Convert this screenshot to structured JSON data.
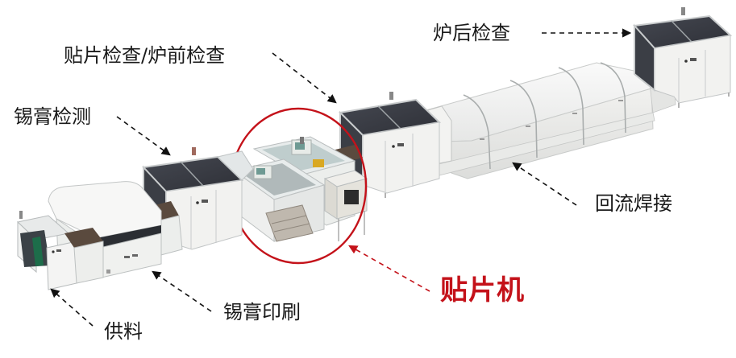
{
  "diagram": {
    "type": "smt-production-line",
    "colors": {
      "label_text": "#1a1a1a",
      "highlight": "#c4121a",
      "machine_body": "#f2f2f0",
      "machine_frame": "#bfc3c4",
      "dark_panel": "#3a3d44",
      "conveyor": "#5a4a3e"
    },
    "labels": {
      "feeder": "供料",
      "solder_paste_printing": "锡膏印刷",
      "solder_paste_inspection": "锡膏检测",
      "placement_inspection": "贴片检查/炉前检查",
      "placement_machine": "贴片机",
      "reflow_soldering": "回流焊接",
      "post_reflow_inspection": "炉后检查"
    },
    "flow_order": [
      "供料",
      "锡膏印刷",
      "锡膏检测",
      "贴片机",
      "贴片检查/炉前检查",
      "回流焊接",
      "炉后检查"
    ],
    "highlighted_stage": "贴片机"
  }
}
